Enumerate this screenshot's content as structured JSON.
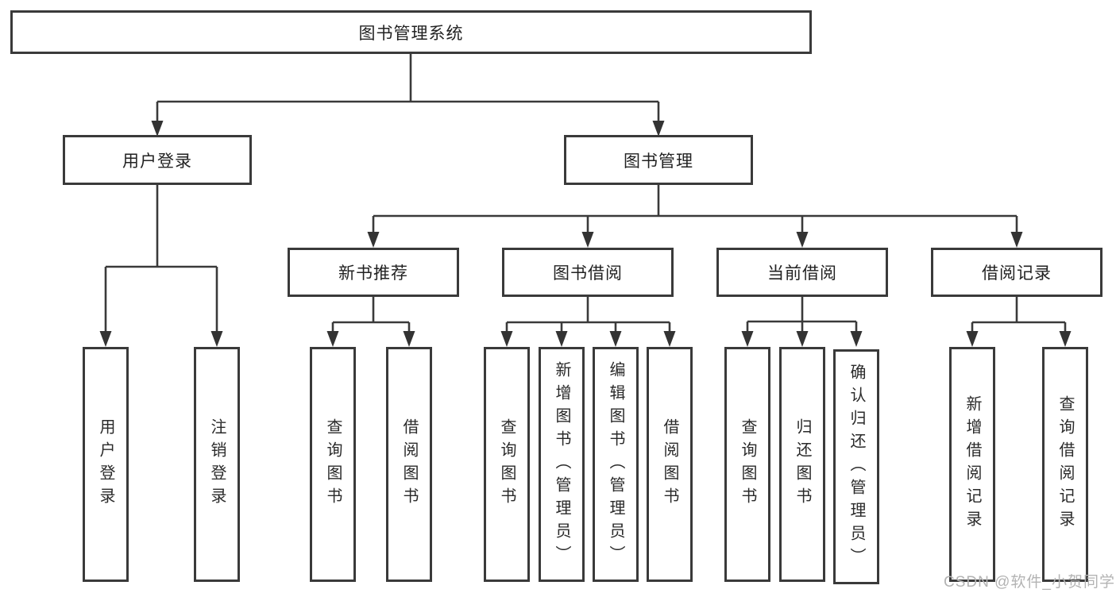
{
  "diagram": {
    "root": {
      "label": "图书管理系统"
    },
    "level2": [
      {
        "label": "用户登录"
      },
      {
        "label": "图书管理"
      }
    ],
    "level3": [
      {
        "label": "新书推荐"
      },
      {
        "label": "图书借阅"
      },
      {
        "label": "当前借阅"
      },
      {
        "label": "借阅记录"
      }
    ],
    "leaves": [
      {
        "label": "用户登录"
      },
      {
        "label": "注销登录"
      },
      {
        "label": "查询图书"
      },
      {
        "label": "借阅图书"
      },
      {
        "label": "查询图书"
      },
      {
        "label": "新增图书（管理员）"
      },
      {
        "label": "编辑图书（管理员）"
      },
      {
        "label": "借阅图书"
      },
      {
        "label": "查询图书"
      },
      {
        "label": "归还图书"
      },
      {
        "label": "确认归还（管理员）"
      },
      {
        "label": "新增借阅记录"
      },
      {
        "label": "查询借阅记录"
      }
    ],
    "watermark": "CSDN @软件_小贺同学",
    "colors": {
      "line": "#3a3a3a",
      "arrow": "#333333",
      "watermark": "#b3b3b3"
    }
  }
}
